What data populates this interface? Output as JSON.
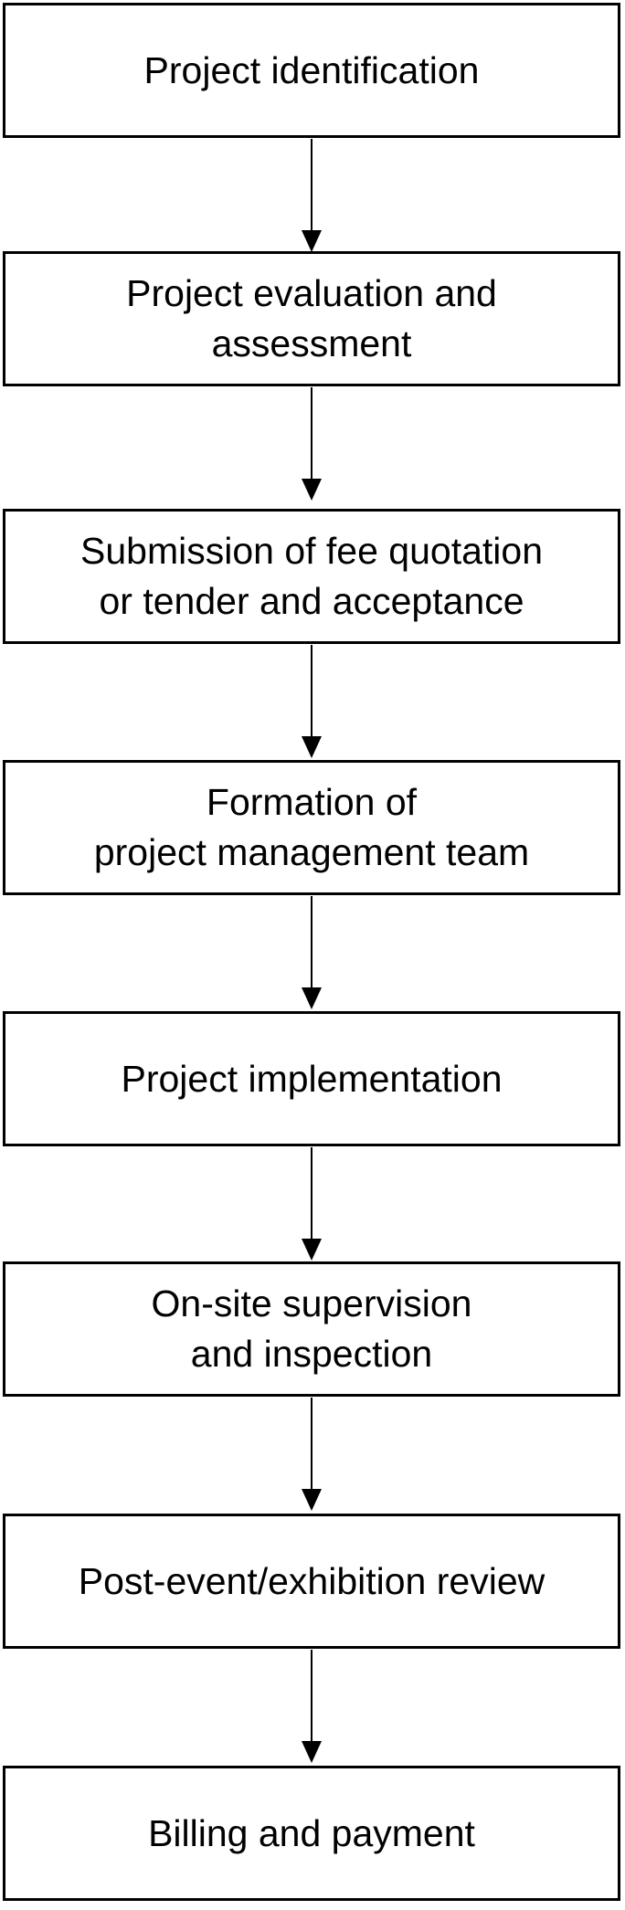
{
  "steps": [
    {
      "label": "Project identification"
    },
    {
      "label": "Project evaluation and\nassessment"
    },
    {
      "label": "Submission of fee quotation\nor tender and acceptance"
    },
    {
      "label": "Formation of\nproject management team"
    },
    {
      "label": "Project implementation"
    },
    {
      "label": "On-site supervision\nand inspection"
    },
    {
      "label": "Post-event/exhibition review"
    },
    {
      "label": "Billing and payment"
    }
  ]
}
